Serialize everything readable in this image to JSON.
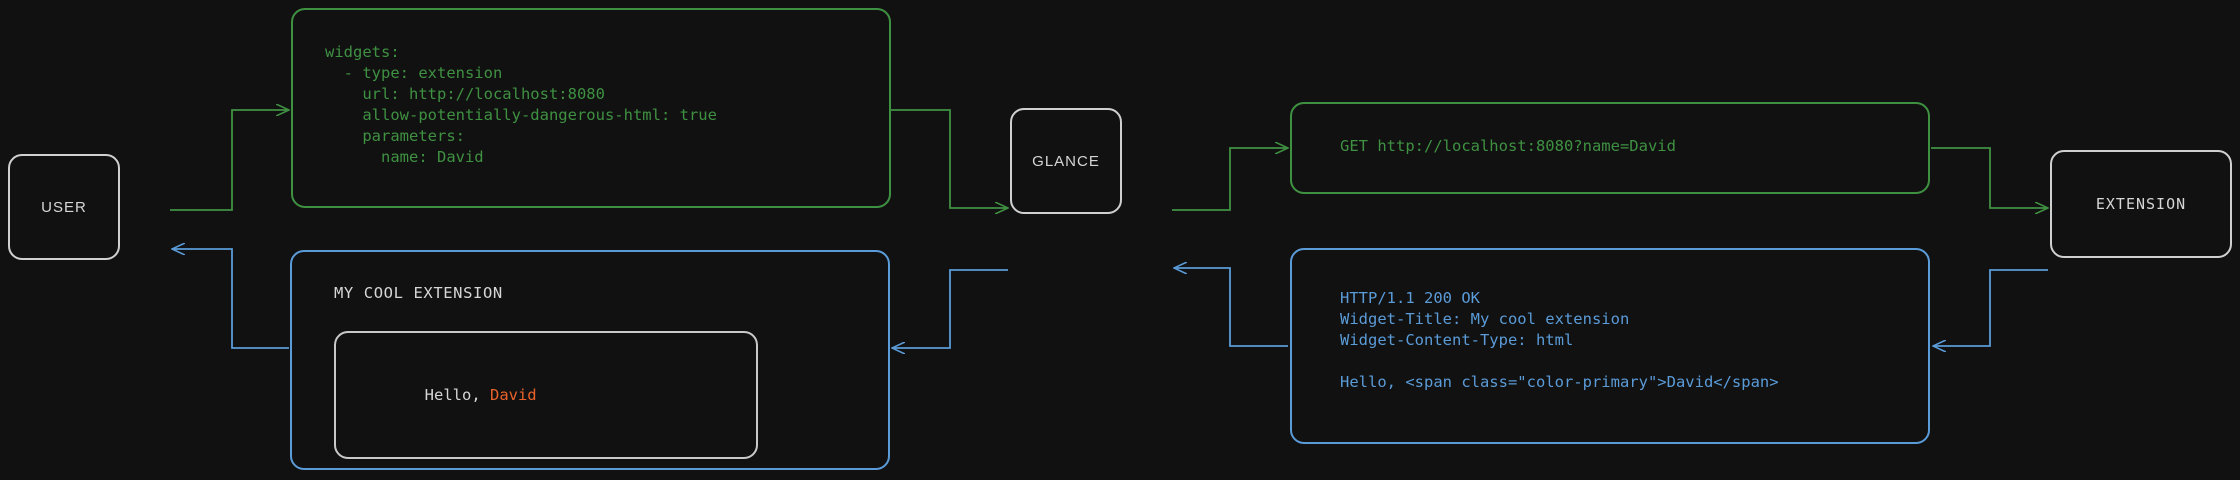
{
  "theme": {
    "background": "#111111",
    "request_color": "#3f9142",
    "response_color": "#5a9bd8",
    "node_border": "#d0d0d0",
    "node_text": "#d6d6d6",
    "accent_color": "#e8622a"
  },
  "nodes": {
    "user": {
      "label": "USER"
    },
    "glance": {
      "label": "GLANCE"
    },
    "extension": {
      "label": "EXTENSION"
    }
  },
  "panels": {
    "config": {
      "name": "glance-yaml-config",
      "color": "#3f9142",
      "lines": [
        "widgets:",
        "  - type: extension",
        "    url: http://localhost:8080",
        "    allow-potentially-dangerous-html: true",
        "    parameters:",
        "      name: David"
      ]
    },
    "request": {
      "name": "http-get-request",
      "color": "#3f9142",
      "lines": [
        "GET http://localhost:8080?name=David"
      ]
    },
    "response": {
      "name": "http-response",
      "color": "#5a9bd8",
      "lines": [
        "HTTP/1.1 200 OK",
        "Widget-Title: My cool extension",
        "Widget-Content-Type: html",
        "",
        "Hello, <span class=\"color-primary\">David</span>"
      ]
    },
    "rendered_widget": {
      "name": "rendered-widget-preview",
      "color": "#5a9bd8",
      "title": "MY COOL EXTENSION",
      "greeting_prefix": "Hello, ",
      "greeting_name": "David"
    }
  },
  "edges": [
    {
      "name": "user-to-config",
      "color": "#3f9142",
      "direction": "right"
    },
    {
      "name": "config-to-glance",
      "color": "#3f9142",
      "direction": "right"
    },
    {
      "name": "glance-to-request",
      "color": "#3f9142",
      "direction": "right"
    },
    {
      "name": "request-to-extension",
      "color": "#3f9142",
      "direction": "right"
    },
    {
      "name": "extension-to-response",
      "color": "#5a9bd8",
      "direction": "left"
    },
    {
      "name": "response-to-glance",
      "color": "#5a9bd8",
      "direction": "left"
    },
    {
      "name": "glance-to-widget",
      "color": "#5a9bd8",
      "direction": "left"
    },
    {
      "name": "widget-to-user",
      "color": "#5a9bd8",
      "direction": "left"
    }
  ]
}
